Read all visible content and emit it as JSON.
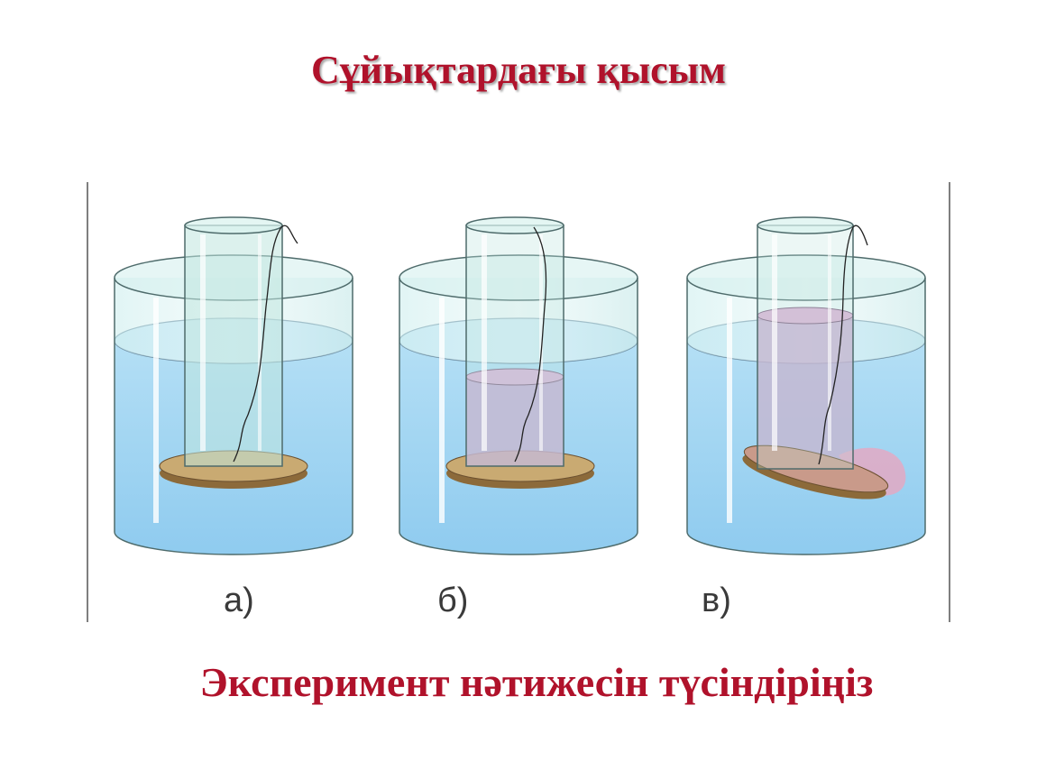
{
  "slide": {
    "title": "Сұйықтардағы қысым",
    "caption": "Эксперимент нәтижесін түсіндіріңіз"
  },
  "figure": {
    "panels": [
      {
        "label": "а)",
        "inner_liquid": "none",
        "disk_state": "attached"
      },
      {
        "label": "б)",
        "inner_liquid": "partial",
        "disk_state": "attached"
      },
      {
        "label": "в)",
        "inner_liquid": "level-with-outer",
        "disk_state": "detached"
      }
    ],
    "colors": {
      "water": "#a9d8f2",
      "glass": "#bfe6e6",
      "inner_liquid": "#c99ac8",
      "disk": "#c9aa72",
      "title_text": "#b0122b"
    }
  }
}
